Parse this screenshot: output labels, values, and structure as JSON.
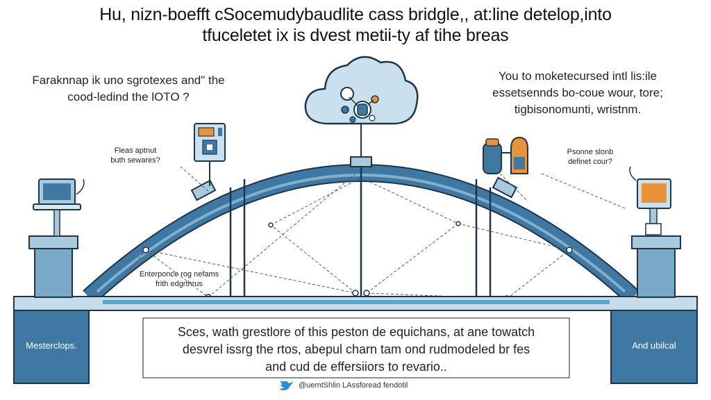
{
  "title": {
    "line1": "Hu, nizn-boefft cSocemudybaudlite cass bridgle,, at:line detelop,into",
    "line2": "tfuceletet ix is dvest metii-ty af tihe breas"
  },
  "notes": {
    "top_left": [
      "Faraknnap ik uno sgrotexes and\" the",
      "cood-ledind the lOTO ?"
    ],
    "top_right": [
      "You to moketecursed intl lis:ile",
      "essetsennds bo-coue wour, tore;",
      "tigbisonomunti, wristnm."
    ],
    "left_device": [
      "Fleas aptnut",
      "buth sewares?"
    ],
    "right_device": [
      "Psonne slonb",
      "definet cour?"
    ],
    "middle": [
      "Enterponce rog nefams",
      "frith edgrthrus"
    ]
  },
  "pillars": {
    "left": "Mesterclops.",
    "right": "And ubilcal"
  },
  "caption": [
    "Sces, wath grestlore of this peston de equichans, at ane towatch",
    "desvrel issrg the rtos, abepul charn tam ond rudmodeled br fes",
    "and cud de effersiiors to revario.."
  ],
  "footer": {
    "icon": "bird-icon",
    "text": "@uemtShlin LAssforead fendotil"
  },
  "colors": {
    "arch": "#3f78a3",
    "arch_light": "#c5dbe8",
    "pillar_dark": "#3f79a3",
    "pillar_light": "#a9cadd",
    "deck": "#d6e8f2",
    "outline": "#1f3547",
    "accent_orange": "#e8923a"
  }
}
